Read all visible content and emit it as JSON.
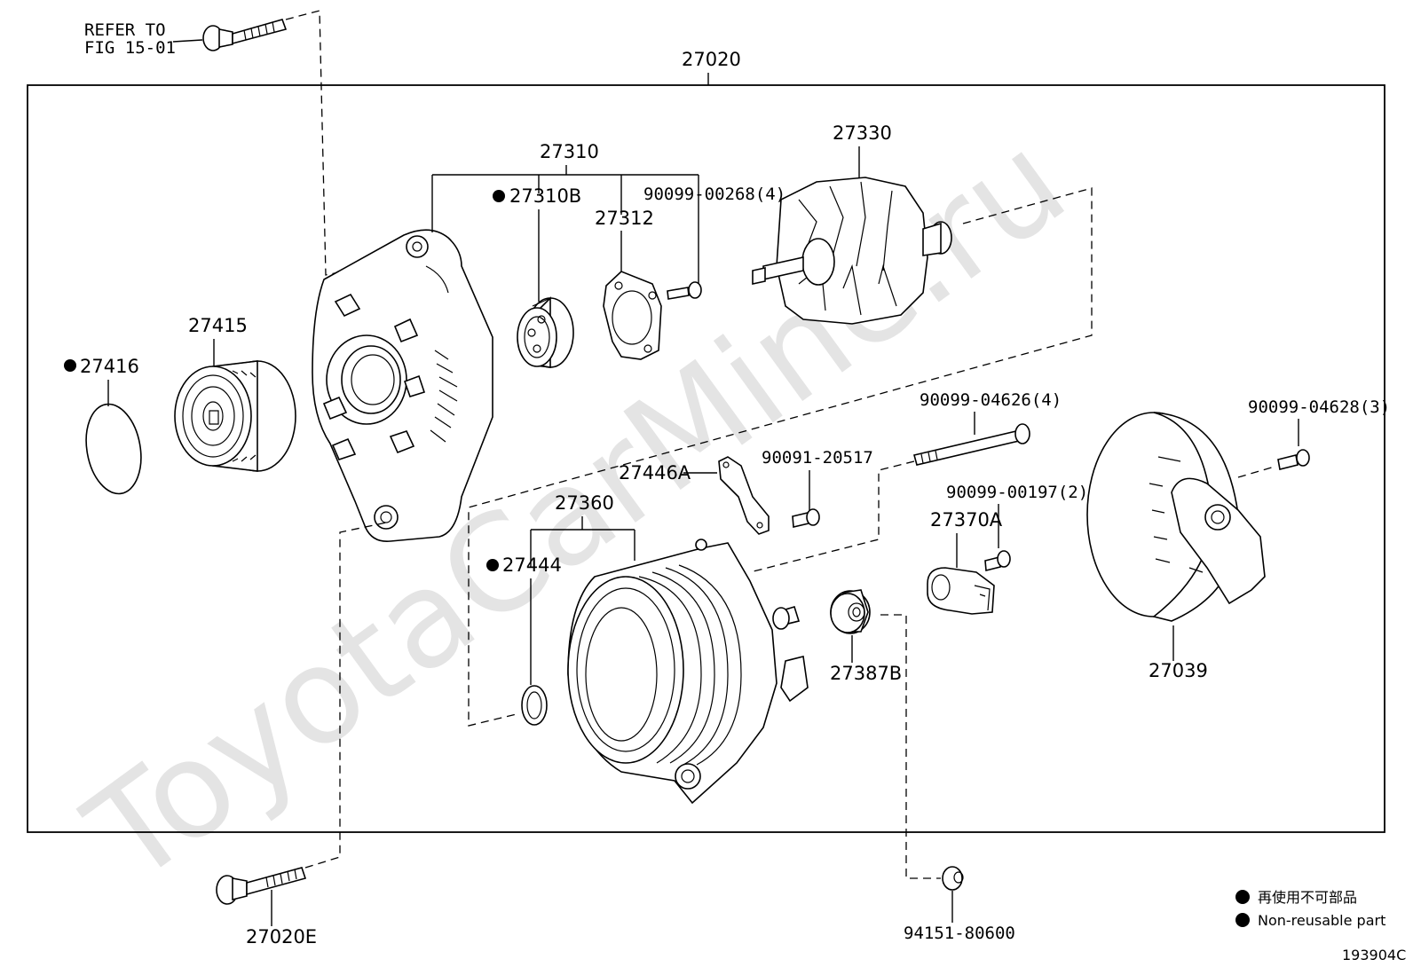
{
  "watermark": "ToyotaCarMine.ru",
  "refer_note": {
    "line1": "REFER TO",
    "line2": "FIG 15-01"
  },
  "parts": {
    "assembly": "27020",
    "bolt_bottom": "27020E",
    "cap": "27416",
    "pulley": "27415",
    "drive_frame_group": "27310",
    "bearing": "27310B",
    "retainer": "27312",
    "screw_top": "90099-00268(4)",
    "rotor": "27330",
    "through_bolt": "90099-04626(4)",
    "nut_right": "90099-04628(3)",
    "bracket": "27446A",
    "bolt_bracket": "90091-20517",
    "screw_regulator": "90099-00197(2)",
    "regulator": "27370A",
    "stator_group": "27360",
    "seal": "27444",
    "insulator": "27387B",
    "rear_cover": "27039",
    "nut_bottom": "94151-80600"
  },
  "legend": {
    "jp": "再使用不可部品",
    "en": "Non-reusable part"
  },
  "figure_id": "193904C"
}
